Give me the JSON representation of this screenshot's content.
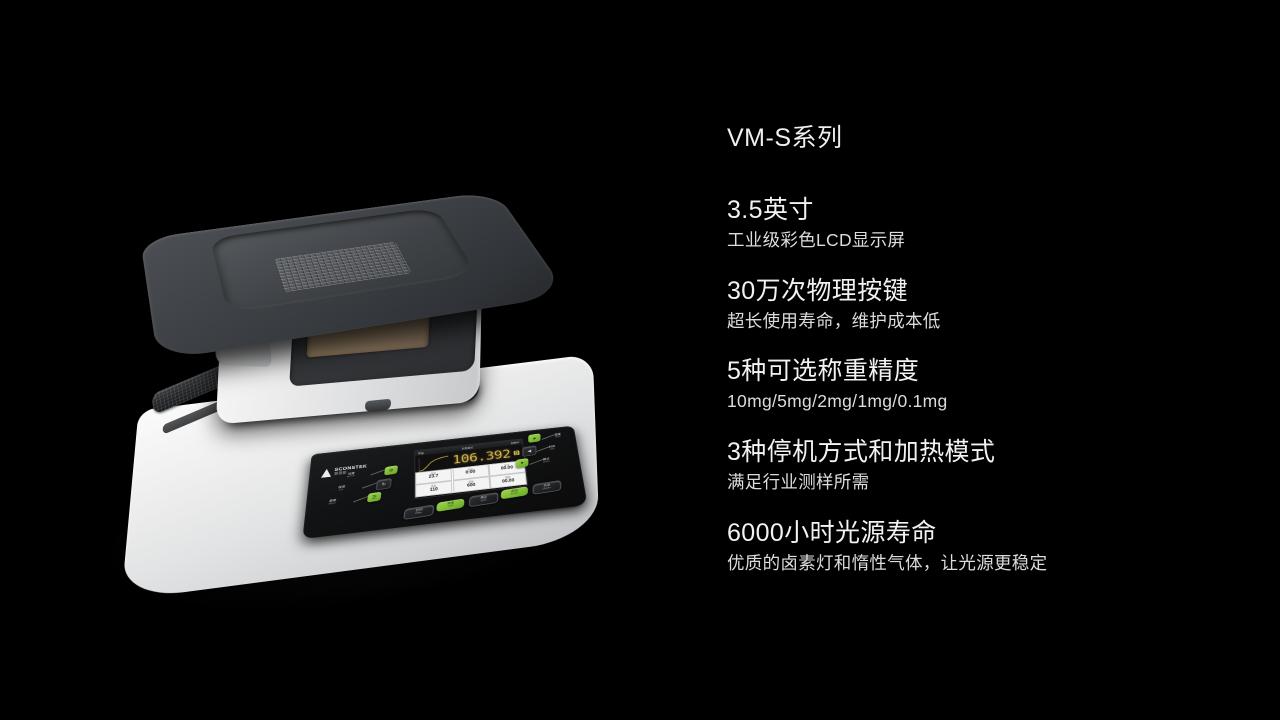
{
  "slide": {
    "background_color": "#000000",
    "series_title": "VM-S系列"
  },
  "features": [
    {
      "heading": "3.5英寸",
      "subtext": "工业级彩色LCD显示屏"
    },
    {
      "heading": "30万次物理按键",
      "subtext": "超长使用寿命，维护成本低"
    },
    {
      "heading": "5种可选称重精度",
      "subtext": "10mg/5mg/2mg/1mg/0.1mg"
    },
    {
      "heading": "3种停机方式和加热模式",
      "subtext": "满足行业测样所需"
    },
    {
      "heading": "6000小时光源寿命",
      "subtext": "优质的卤素灯和惰性气体，让光源更稳定"
    }
  ],
  "product": {
    "name": "moisture-analyzer",
    "colors": {
      "body_white": "#f1f1f1",
      "lid_dark": "#3d4043",
      "panel_black": "#121314",
      "accent_green": "#8dc63f",
      "window_bronze": "#a89076",
      "lcd_amber": "#d8b44a"
    },
    "brand": {
      "name": "SCONSTEK",
      "sub": "赛恩斯"
    },
    "lcd": {
      "status_left": "样品",
      "status_mid": "标准模式",
      "status_right": "加热中",
      "value": "106.392",
      "unit": "g",
      "cells": [
        {
          "label": "温度",
          "value": "23.7"
        },
        {
          "label": "时间",
          "value": "0:00"
        },
        {
          "label": "水分",
          "value": "00.00"
        },
        {
          "label": "目标",
          "value": "110"
        },
        {
          "label": "设定",
          "value": "600"
        },
        {
          "label": "固含",
          "value": "00.00"
        }
      ]
    },
    "left_keys": [
      {
        "glyph": "⚙",
        "style": "green",
        "label": "设置",
        "sub": "SETUP"
      },
      {
        "glyph": "↻",
        "style": "dark",
        "label": "校准",
        "sub": "CAL"
      },
      {
        "glyph": "☰",
        "style": "green",
        "label": "菜单",
        "sub": "MENU"
      }
    ],
    "right_keys": [
      {
        "glyph": "▲",
        "style": "green",
        "label": "温度",
        "sub": "TEMP"
      },
      {
        "glyph": "◀",
        "style": "dark",
        "label": "时间",
        "sub": "TIME"
      },
      {
        "glyph": "▼",
        "style": "green",
        "label": "模式",
        "sub": "MODE"
      }
    ],
    "function_keys": [
      {
        "label": "打印",
        "sub": "PRINT",
        "style": "dark"
      },
      {
        "label": "去皮",
        "sub": "TARE",
        "style": "green"
      },
      {
        "label": "停止",
        "sub": "STOP",
        "style": "dark"
      },
      {
        "label": "启动",
        "sub": "START",
        "style": "green"
      },
      {
        "label": "开关",
        "sub": "ON/OFF",
        "style": "dark"
      }
    ]
  }
}
